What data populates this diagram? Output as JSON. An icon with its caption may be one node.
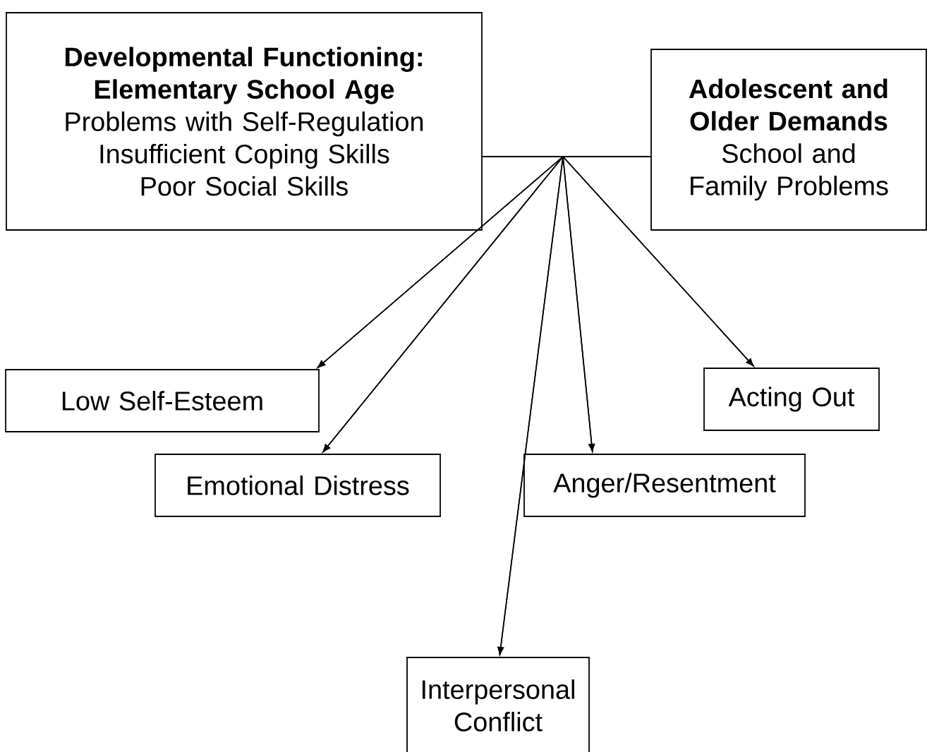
{
  "diagram": {
    "nodes": [
      {
        "text": [
          "Developmental Functioning: Elementary School Age",
          "Problems with Self-Regulation",
          "Insufficient Coping Skills",
          "Poor Social Skills"
        ]
      },
      {
        "text": [
          "Adolescent and Older Demands",
          "School and Family Problems"
        ]
      },
      {
        "text": [
          "Low Self-Esteem"
        ]
      },
      {
        "text": [
          "Acting Out"
        ]
      },
      {
        "text": [
          "Emotional Distress"
        ]
      },
      {
        "text": [
          "Anger/Resentment"
        ]
      },
      {
        "text": [
          "Interpersonal Conflict"
        ]
      }
    ],
    "edges": [
      {
        "from": 0,
        "to": 2,
        "arrow": "to"
      },
      {
        "from": 0,
        "to": 4,
        "arrow": "to"
      },
      {
        "from": 0,
        "to": 6,
        "arrow": "to"
      },
      {
        "from": 0,
        "to": 5,
        "arrow": "to"
      },
      {
        "from": 0,
        "to": 3,
        "arrow": "to"
      },
      {
        "from": 1,
        "to": 2,
        "arrow": "to"
      },
      {
        "from": 1,
        "to": 4,
        "arrow": "to"
      },
      {
        "from": 1,
        "to": 6,
        "arrow": "to"
      },
      {
        "from": 1,
        "to": 5,
        "arrow": "to"
      },
      {
        "from": 1,
        "to": 3,
        "arrow": "to"
      }
    ]
  }
}
